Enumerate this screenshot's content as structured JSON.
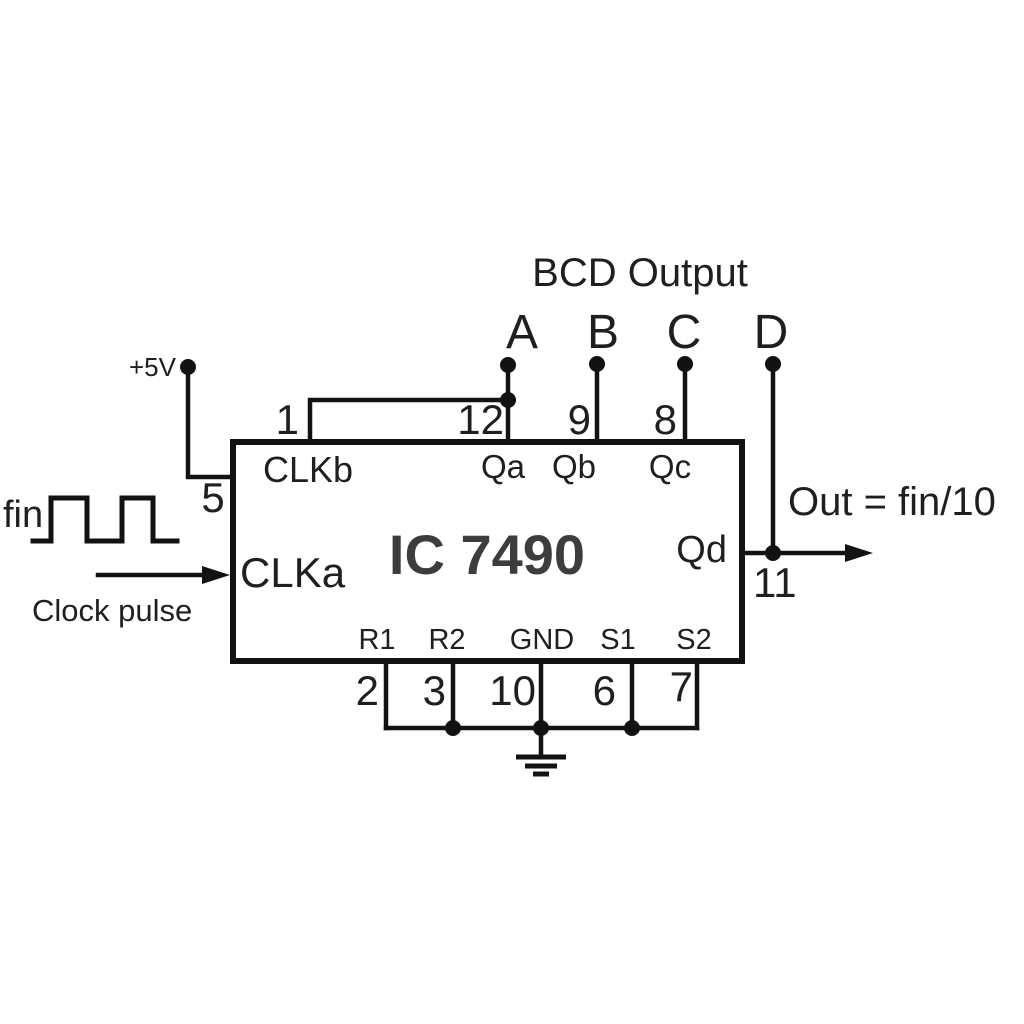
{
  "title": "BCD Output",
  "bcd_terminals": [
    "A",
    "B",
    "C",
    "D"
  ],
  "ic": {
    "label": "IC 7490",
    "top_pins": [
      {
        "number": "1",
        "label": "CLKb"
      },
      {
        "number": "12",
        "label": "Qa"
      },
      {
        "number": "9",
        "label": "Qb"
      },
      {
        "number": "8",
        "label": "Qc"
      }
    ],
    "bottom_pins": [
      {
        "number": "2",
        "label": "R1"
      },
      {
        "number": "3",
        "label": "R2"
      },
      {
        "number": "10",
        "label": "GND"
      },
      {
        "number": "6",
        "label": "S1"
      },
      {
        "number": "7",
        "label": "S2"
      }
    ],
    "left_pin": {
      "number": "5",
      "clock_label": "CLKa"
    },
    "right_pin": {
      "number": "11",
      "label": "Qd"
    }
  },
  "power": {
    "label": "+5V"
  },
  "clock_input": {
    "signal": "fin",
    "caption": "Clock pulse"
  },
  "output": {
    "label": "Out = fin/10"
  },
  "colors": {
    "ink": "#121212",
    "label": "#1f1f1f",
    "ic_title": "#3d3d3d",
    "background": "#ffffff"
  }
}
